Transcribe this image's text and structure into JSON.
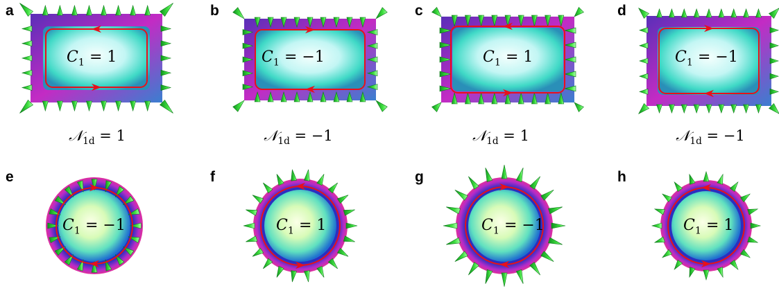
{
  "panels": [
    {
      "letter": "a",
      "eq_var": "C",
      "eq_sub": "1",
      "eq_rhs": "= 1"
    },
    {
      "letter": "b",
      "eq_var": "C",
      "eq_sub": "1",
      "eq_rhs": "= −1"
    },
    {
      "letter": "c",
      "eq_var": "C",
      "eq_sub": "1",
      "eq_rhs": "= 1"
    },
    {
      "letter": "d",
      "eq_var": "C",
      "eq_sub": "1",
      "eq_rhs": "= −1"
    },
    {
      "letter": "e",
      "eq_var": "C",
      "eq_sub": "1",
      "eq_rhs": "= −1"
    },
    {
      "letter": "f",
      "eq_var": "C",
      "eq_sub": "1",
      "eq_rhs": "= 1"
    },
    {
      "letter": "g",
      "eq_var": "C",
      "eq_sub": "1",
      "eq_rhs": "= −1"
    },
    {
      "letter": "h",
      "eq_var": "C",
      "eq_sub": "1",
      "eq_rhs": "= 1"
    }
  ],
  "n_labels": [
    {
      "var": "𝒩",
      "sub": "1d",
      "rhs": "= 1"
    },
    {
      "var": "𝒩",
      "sub": "1d",
      "rhs": "= −1"
    },
    {
      "var": "𝒩",
      "sub": "1d",
      "rhs": "= 1"
    },
    {
      "var": "𝒩",
      "sub": "1d",
      "rhs": "= −1"
    }
  ],
  "colors": {
    "loop": "#e8101a",
    "spike": "#2ed12e",
    "rim": "#8a1fb0",
    "core_rect": "#c9f8f6",
    "core_circle": "#f4ffd8"
  }
}
